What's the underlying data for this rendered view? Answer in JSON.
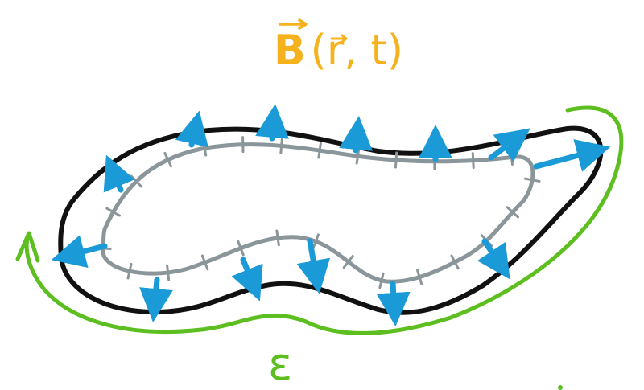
{
  "field_label": {
    "base": "B",
    "args": "(r, t)",
    "color": "#f5b21c"
  },
  "emf_label": {
    "text": "ε",
    "color": "#5cbf1f"
  },
  "colors": {
    "outer_boundary": "#111111",
    "inner_loop": "#8a969a",
    "arrows": "#1a9ad6",
    "circulation": "#5cbf1f",
    "background": "#ffffff"
  },
  "icons": {
    "field_vector_marker": "arrow-above-letter",
    "normal_vector": "blue-arrow",
    "circulation_direction": "green-arrowhead"
  }
}
